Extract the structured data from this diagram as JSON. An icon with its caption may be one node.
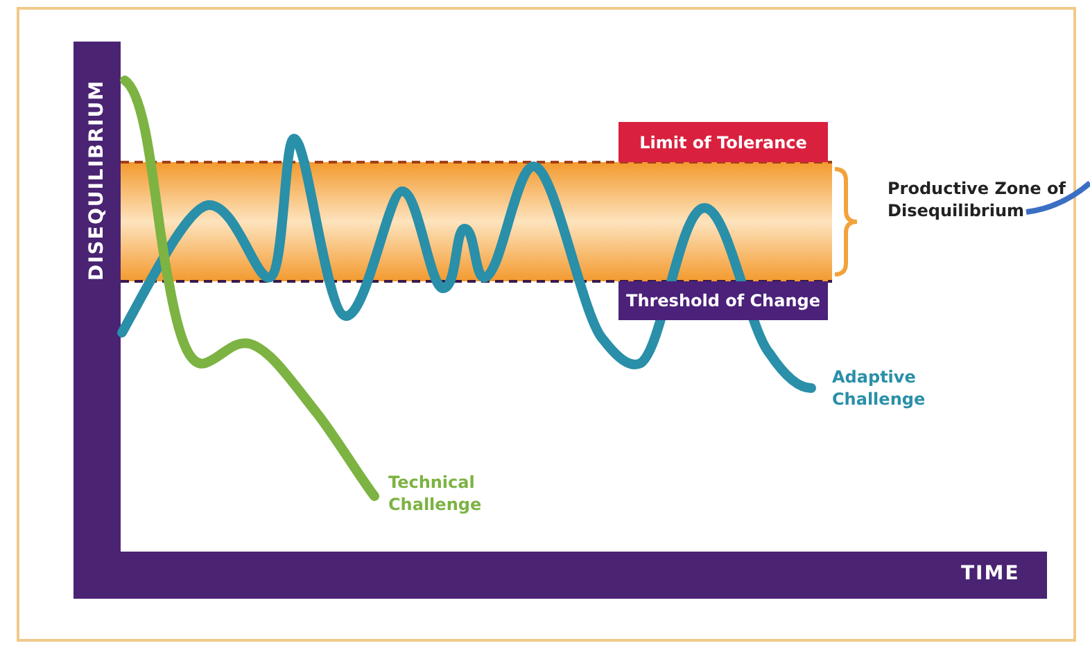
{
  "diagram": {
    "nodes": [
      {
        "text": [
          "Limit of Tolerance"
        ]
      },
      {
        "text": [
          "Threshold of Change"
        ]
      }
    ],
    "edges": [],
    "labels": [
      "DISEQUILIBRIUM",
      "Productive Zone of Disequilibrium",
      "Adaptive Challenge",
      "Technical Challenge",
      "TIME"
    ]
  }
}
